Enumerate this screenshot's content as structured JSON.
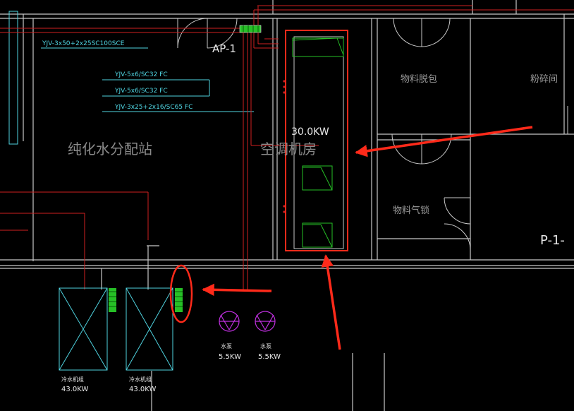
{
  "colors": {
    "background": "#000000",
    "wall": "#c8c8c8",
    "cyan": "#4fd3e0",
    "red_line": "#d02020",
    "annotation_red": "#ff2a1a",
    "green": "#26c026",
    "magenta": "#c030e0"
  },
  "labels": {
    "main_cable": "YJV-3x50+2x25SC100SCE",
    "panel_tag": "AP-1",
    "cable_1": "YJV-5x6/SC32 FC",
    "cable_2": "YJV-5x6/SC32 FC",
    "cable_3": "YJV-3x25+2x16/SC65 FC",
    "power_rating": "30.0KW",
    "room_water": "纯化水分配站",
    "room_aircon": "空调机房",
    "room_material_unpack": "物料脱包",
    "room_crushing": "粉碎间",
    "room_airlock": "物料气锁",
    "grid_ref": "P-1-"
  },
  "equipment": [
    {
      "name": "冷水机组",
      "power": "43.0KW"
    },
    {
      "name": "冷水机组",
      "power": "43.0KW"
    },
    {
      "name": "水泵",
      "power": "5.5KW"
    },
    {
      "name": "水泵",
      "power": "5.5KW"
    }
  ]
}
